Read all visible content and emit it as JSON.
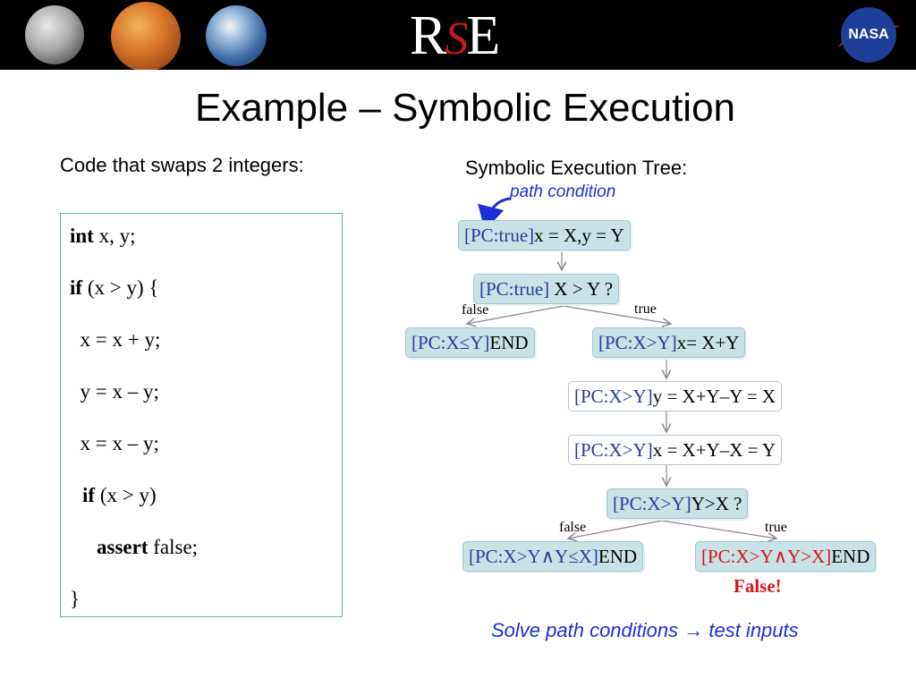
{
  "banner": {
    "logo_left": "R",
    "logo_mid": "S",
    "logo_right": "E",
    "badge": "NASA"
  },
  "slide_title": "Example – Symbolic Execution",
  "code_label": "Code that swaps 2 integers:",
  "code": [
    {
      "kw": "int",
      "rest": " x, y;"
    },
    {
      "kw": "if",
      "rest": " (x > y) {"
    },
    {
      "kw": "",
      "rest": "  x = x + y;"
    },
    {
      "kw": "",
      "rest": "  y = x – y;"
    },
    {
      "kw": "",
      "rest": "  x = x – y;"
    },
    {
      "kw": "if",
      "rest": " (x > y)",
      "indent": "  "
    },
    {
      "kw": "assert",
      "rest": " false;",
      "indent": "    "
    },
    {
      "kw": "",
      "rest": "}"
    }
  ],
  "tree_label": "Symbolic Execution Tree:",
  "path_condition_note": "path condition",
  "nodes": {
    "n1": {
      "pc": "[PC:true]",
      "stmt": "x = X,y = Y"
    },
    "n2": {
      "pc": "[PC:true]",
      "stmt": " X > Y ?"
    },
    "n3": {
      "pc": "[PC:X≤Y]",
      "stmt": "END"
    },
    "n4": {
      "pc": "[PC:X>Y]",
      "stmt": "x= X+Y"
    },
    "n5": {
      "pc": "[PC:X>Y]",
      "stmt": "y = X+Y–Y = X"
    },
    "n6": {
      "pc": "[PC:X>Y]",
      "stmt": "x = X+Y–X = Y"
    },
    "n7": {
      "pc": "[PC:X>Y]",
      "stmt": "Y>X ?"
    },
    "n8": {
      "pc": "[PC:X>Y∧Y≤X]",
      "stmt": "END"
    },
    "n9": {
      "pc": "[PC:X>Y∧Y>X]",
      "stmt": "END"
    }
  },
  "edges": {
    "false1": "false",
    "true1": "true",
    "false2": "false",
    "true2": "true"
  },
  "false_note": "False!",
  "footer_note": "Solve path conditions → test inputs",
  "colors": {
    "pc_blue": "#2b3aa0",
    "pc_red": "#d4151a",
    "accent_blue": "#1b2fd6",
    "box_border": "#5fb1b8"
  }
}
